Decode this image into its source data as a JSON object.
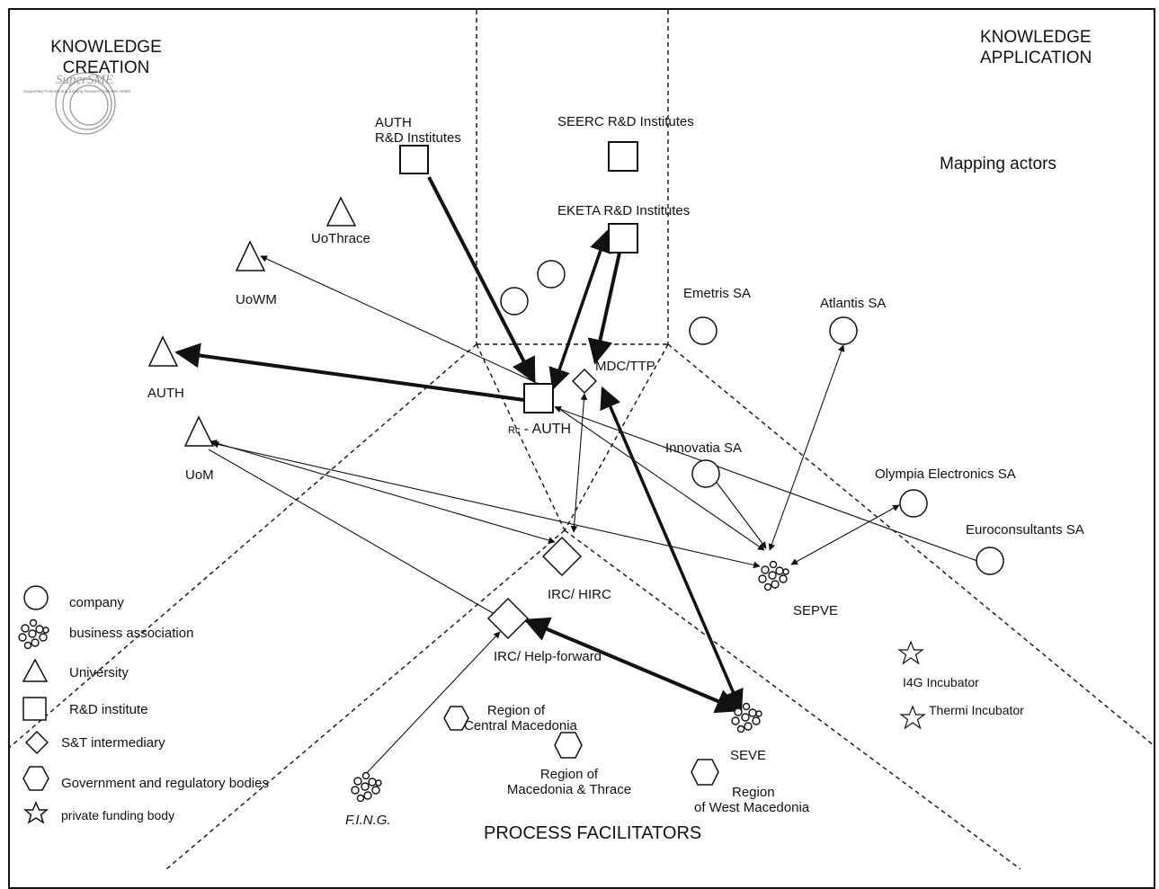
{
  "zones": {
    "creation": [
      "KNOWLEDGE",
      "CREATION"
    ],
    "application": [
      "KNOWLEDGE",
      "APPLICATION"
    ],
    "facilitators": "PROCESS FACILITATORS"
  },
  "logo": {
    "name": "SuperSME",
    "tagline": "Supporting Potential and Existing Research intensive SMEs"
  },
  "diagram_title": "Mapping actors",
  "actors": {
    "auth_rd": [
      "AUTH",
      "R&D Institutes"
    ],
    "seerc": "SEERC R&D Institutes",
    "eketa": "EKETA R&D Institutes",
    "uothrace": "UoThrace",
    "uowm": "UoWM",
    "auth": "AUTH",
    "uom": "UoM",
    "rc_auth_prefix": "Rc",
    "rc_auth": "- AUTH",
    "mdc_ttp": "MDC/TTP",
    "emetris": "Emetris SA",
    "atlantis": "Atlantis SA",
    "innovatia": "Innovatia SA",
    "olympia": "Olympia Electronics SA",
    "euroconsultants": "Euroconsultants SA",
    "sepve": "SEPVE",
    "irc_hirc": "IRC/ HIRC",
    "irc_help": "IRC/ Help-forward",
    "seve": "SEVE",
    "fing": "F.I.N.G.",
    "region_central": [
      "Region of",
      "Central Macedonia"
    ],
    "region_thrace": [
      "Region of",
      "Macedonia & Thrace"
    ],
    "region_west": [
      "Region",
      "of West Macedonia"
    ],
    "i4g": "I4G Incubator",
    "thermi": "Thermi Incubator"
  },
  "legend": [
    {
      "symbol": "company",
      "label": "company"
    },
    {
      "symbol": "business-association",
      "label": "business association"
    },
    {
      "symbol": "university",
      "label": "University"
    },
    {
      "symbol": "rd-institute",
      "label": "R&D institute"
    },
    {
      "symbol": "st-intermediary",
      "label": "S&T intermediary"
    },
    {
      "symbol": "government",
      "label": "Government and regulatory bodies"
    },
    {
      "symbol": "private-funding",
      "label": "private funding body"
    }
  ]
}
